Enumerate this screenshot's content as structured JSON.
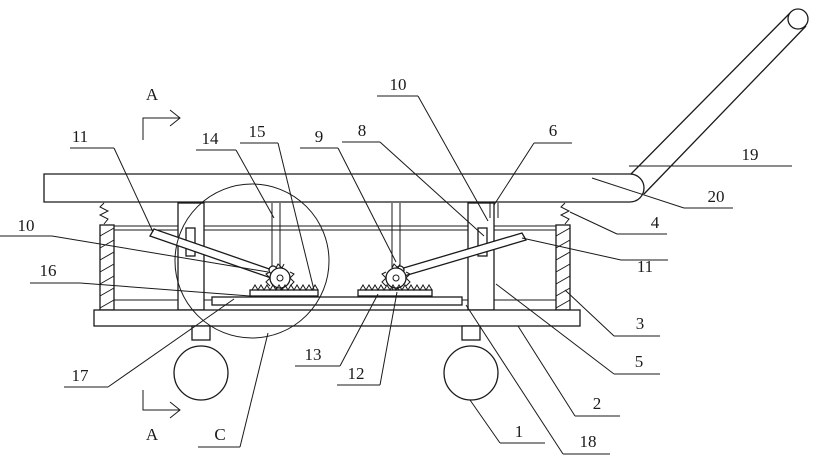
{
  "section_marks": {
    "top": "A",
    "bottom": "A",
    "detail": "C"
  },
  "part_labels": [
    {
      "id": "lbl-1",
      "text": "1"
    },
    {
      "id": "lbl-2",
      "text": "2"
    },
    {
      "id": "lbl-3",
      "text": "3"
    },
    {
      "id": "lbl-4",
      "text": "4"
    },
    {
      "id": "lbl-5",
      "text": "5"
    },
    {
      "id": "lbl-6",
      "text": "6"
    },
    {
      "id": "lbl-8",
      "text": "8"
    },
    {
      "id": "lbl-9",
      "text": "9"
    },
    {
      "id": "lbl-10-left",
      "text": "10"
    },
    {
      "id": "lbl-10-right",
      "text": "10"
    },
    {
      "id": "lbl-11-left",
      "text": "11"
    },
    {
      "id": "lbl-11-right",
      "text": "11"
    },
    {
      "id": "lbl-12",
      "text": "12"
    },
    {
      "id": "lbl-13",
      "text": "13"
    },
    {
      "id": "lbl-14",
      "text": "14"
    },
    {
      "id": "lbl-15",
      "text": "15"
    },
    {
      "id": "lbl-16",
      "text": "16"
    },
    {
      "id": "lbl-17",
      "text": "17"
    },
    {
      "id": "lbl-18",
      "text": "18"
    },
    {
      "id": "lbl-19",
      "text": "19"
    },
    {
      "id": "lbl-20",
      "text": "20"
    }
  ],
  "colors": {
    "line": "#1a1a1a",
    "background": "#ffffff"
  }
}
